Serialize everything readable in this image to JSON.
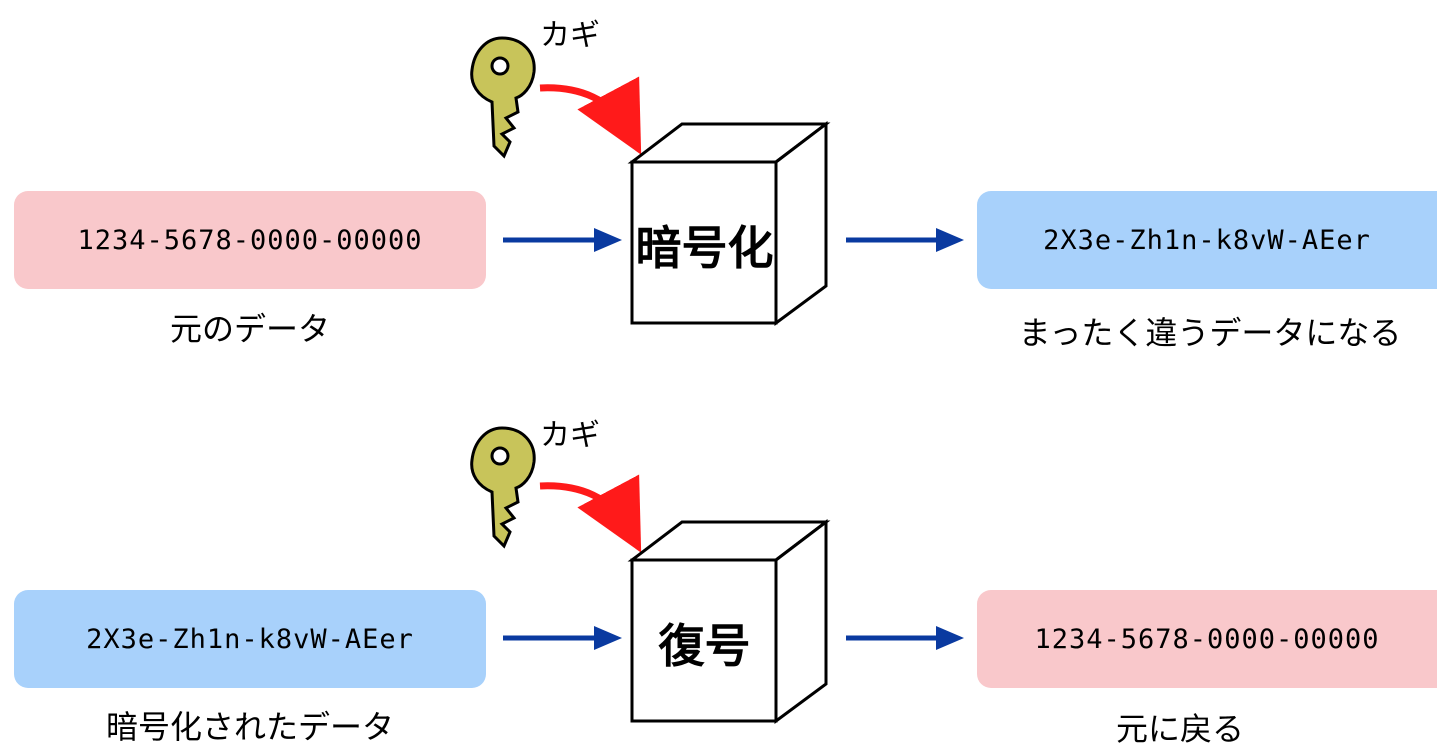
{
  "encrypt": {
    "key_label": "カギ",
    "process_label": "暗号化",
    "input": {
      "text": "1234-5678-0000-00000",
      "caption": "元のデータ"
    },
    "output": {
      "text": "2X3e-Zh1n-k8vW-AEer",
      "caption": "まったく違うデータになる"
    }
  },
  "decrypt": {
    "key_label": "カギ",
    "process_label": "復号",
    "input": {
      "text": "2X3e-Zh1n-k8vW-AEer",
      "caption": "暗号化されたデータ"
    },
    "output": {
      "text": "1234-5678-0000-00000",
      "caption": "元に戻る"
    }
  },
  "colors": {
    "plain_data": "#f9c8cb",
    "cipher_data": "#a8d1fb",
    "arrow": "#0a3aa0",
    "key_arrow": "#ff1a1a",
    "key": "#c8c45a"
  },
  "icons": [
    "key-icon",
    "cube-icon",
    "arrow-right-icon",
    "curved-arrow-icon"
  ]
}
